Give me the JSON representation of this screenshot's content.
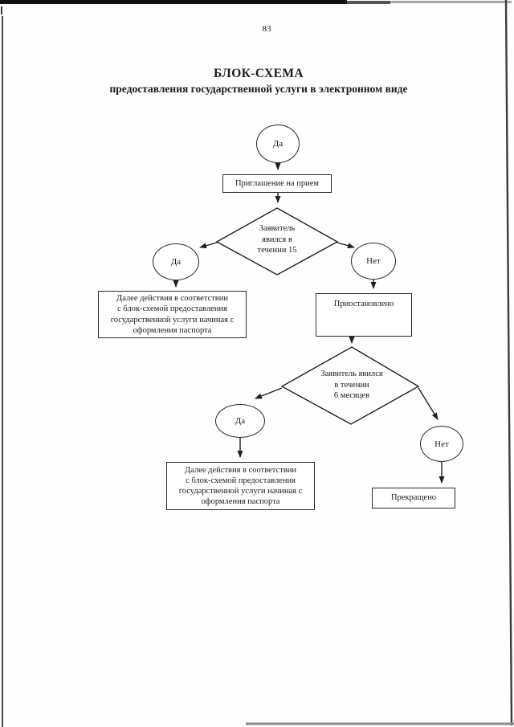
{
  "page": {
    "number": "83",
    "title": "БЛОК-СХЕМА",
    "subtitle": "предоставления государственной услуги в электронном виде"
  },
  "flowchart": {
    "start": {
      "label": "Да"
    },
    "invite": {
      "label": "Приглашение на прием"
    },
    "decision1": {
      "lines": [
        "Заявитель",
        "явился в",
        "течении 15"
      ]
    },
    "yes1": {
      "label": "Да"
    },
    "no1": {
      "label": "Нет"
    },
    "action1": {
      "lines": [
        "Далее действия в соответствии",
        "с блок-схемой предоставления",
        "государственной услуги начиная с",
        "оформления паспорта"
      ]
    },
    "suspended": {
      "label": "Приостановлено"
    },
    "decision2": {
      "lines": [
        "Заявитель явился",
        "в течении",
        "6 месяцев"
      ]
    },
    "yes2": {
      "label": "Да"
    },
    "no2": {
      "label": "Нет"
    },
    "action2": {
      "lines": [
        "Далее действия в соответствии",
        "с блок-схемой предоставления",
        "государственной услуги начиная с",
        "оформления паспорта"
      ]
    },
    "terminated": {
      "label": "Прекращено"
    }
  },
  "colors": {
    "ink": "#1c1c1c",
    "line": "#1f1f1f",
    "scan_bar": "#101010",
    "scan_edge": "#454545",
    "scan_bottom": "#8a8a8a"
  }
}
